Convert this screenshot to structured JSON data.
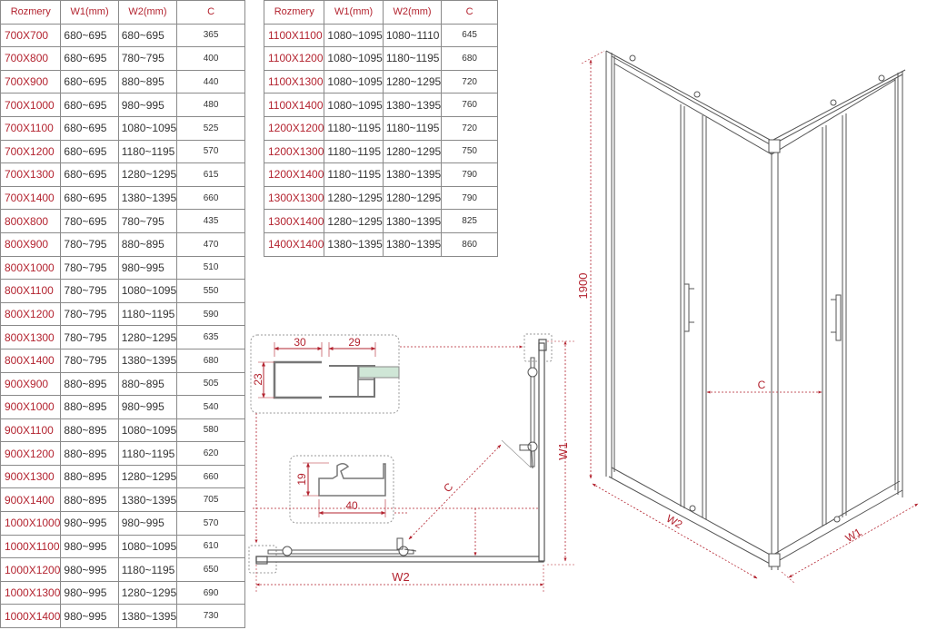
{
  "table_left": {
    "headers": [
      "Rozmery",
      "W1(mm)",
      "W2(mm)",
      "C"
    ],
    "rows": [
      [
        "700X700",
        "680~695",
        "680~695",
        "365"
      ],
      [
        "700X800",
        "680~695",
        "780~795",
        "400"
      ],
      [
        "700X900",
        "680~695",
        "880~895",
        "440"
      ],
      [
        "700X1000",
        "680~695",
        "980~995",
        "480"
      ],
      [
        "700X1100",
        "680~695",
        "1080~1095",
        "525"
      ],
      [
        "700X1200",
        "680~695",
        "1180~1195",
        "570"
      ],
      [
        "700X1300",
        "680~695",
        "1280~1295",
        "615"
      ],
      [
        "700X1400",
        "680~695",
        "1380~1395",
        "660"
      ],
      [
        "800X800",
        "780~695",
        "780~795",
        "435"
      ],
      [
        "800X900",
        "780~795",
        "880~895",
        "470"
      ],
      [
        "800X1000",
        "780~795",
        "980~995",
        "510"
      ],
      [
        "800X1100",
        "780~795",
        "1080~1095",
        "550"
      ],
      [
        "800X1200",
        "780~795",
        "1180~1195",
        "590"
      ],
      [
        "800X1300",
        "780~795",
        "1280~1295",
        "635"
      ],
      [
        "800X1400",
        "780~795",
        "1380~1395",
        "680"
      ],
      [
        "900X900",
        "880~895",
        "880~895",
        "505"
      ],
      [
        "900X1000",
        "880~895",
        "980~995",
        "540"
      ],
      [
        "900X1100",
        "880~895",
        "1080~1095",
        "580"
      ],
      [
        "900X1200",
        "880~895",
        "1180~1195",
        "620"
      ],
      [
        "900X1300",
        "880~895",
        "1280~1295",
        "660"
      ],
      [
        "900X1400",
        "880~895",
        "1380~1395",
        "705"
      ],
      [
        "1000X1000",
        "980~995",
        "980~995",
        "570"
      ],
      [
        "1000X1100",
        "980~995",
        "1080~1095",
        "610"
      ],
      [
        "1000X1200",
        "980~995",
        "1180~1195",
        "650"
      ],
      [
        "1000X1300",
        "980~995",
        "1280~1295",
        "690"
      ],
      [
        "1000X1400",
        "980~995",
        "1380~1395",
        "730"
      ]
    ]
  },
  "table_right": {
    "headers": [
      "Rozmery",
      "W1(mm)",
      "W2(mm)",
      "C"
    ],
    "rows": [
      [
        "1100X1100",
        "1080~1095",
        "1080~1110",
        "645"
      ],
      [
        "1100X1200",
        "1080~1095",
        "1180~1195",
        "680"
      ],
      [
        "1100X1300",
        "1080~1095",
        "1280~1295",
        "720"
      ],
      [
        "1100X1400",
        "1080~1095",
        "1380~1395",
        "760"
      ],
      [
        "1200X1200",
        "1180~1195",
        "1180~1195",
        "720"
      ],
      [
        "1200X1300",
        "1180~1195",
        "1280~1295",
        "750"
      ],
      [
        "1200X1400",
        "1180~1195",
        "1380~1395",
        "790"
      ],
      [
        "1300X1300",
        "1280~1295",
        "1280~1295",
        "790"
      ],
      [
        "1300X1400",
        "1280~1295",
        "1380~1395",
        "825"
      ],
      [
        "1400X1400",
        "1380~1395",
        "1380~1395",
        "860"
      ]
    ]
  },
  "plan_view": {
    "profile_top": {
      "width_left": "30",
      "width_right": "29",
      "height": "23"
    },
    "profile_bottom": {
      "height": "19",
      "width": "40"
    },
    "dim_w1": "W1",
    "dim_w2": "W2",
    "dim_c": "C"
  },
  "iso_view": {
    "height": "1900",
    "dim_c": "C",
    "dim_w1": "W1",
    "dim_w2": "W2"
  },
  "colors": {
    "dimension": "#b3232f",
    "line": "#555555",
    "glass_profile": "#cfe6d6"
  }
}
